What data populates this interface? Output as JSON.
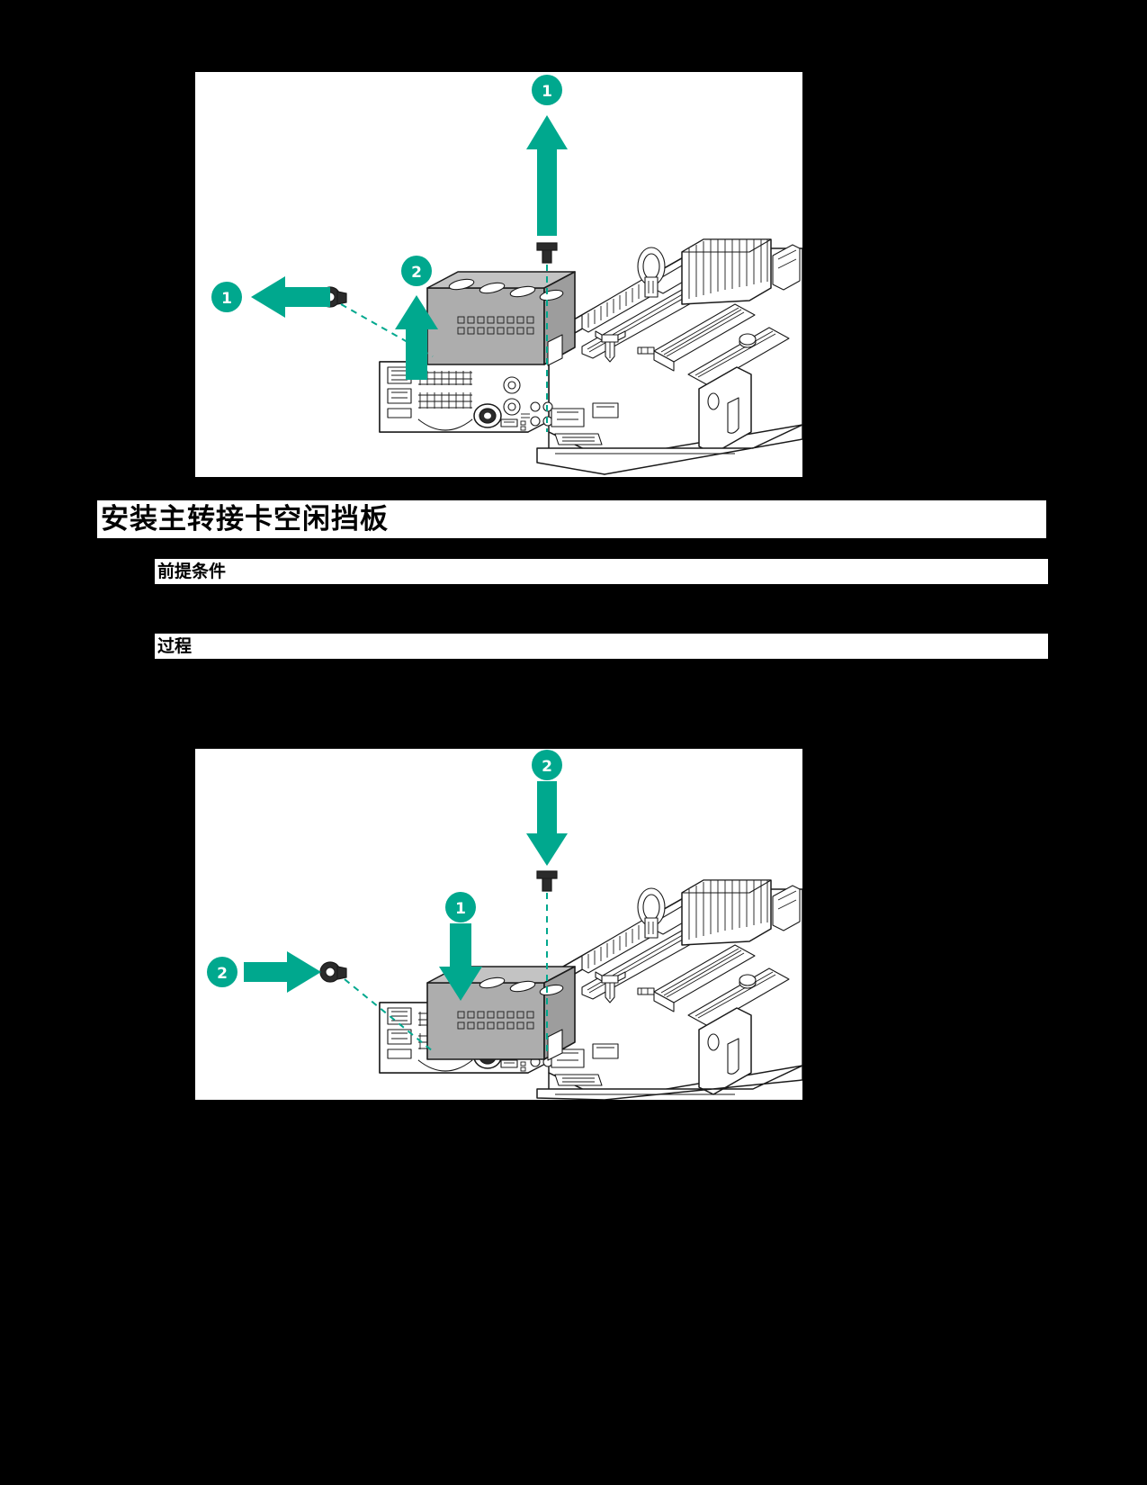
{
  "page": {
    "background_color": "#000000",
    "accent_color": "#00A88E",
    "panel_color": "#FFFFFF",
    "blank_panel_fill": "#ADADAD",
    "line_color": "#000000"
  },
  "headings": {
    "h1": "安装主转接卡空闲挡板",
    "prerequisites": "前提条件",
    "procedure": "过程"
  },
  "figures": [
    {
      "id": "figure-removal",
      "name": "removing-primary-riser-blank",
      "callouts": [
        {
          "label": "1",
          "target": "thumbscrew",
          "direction": "left"
        },
        {
          "label": "1",
          "target": "screw",
          "direction": "up"
        },
        {
          "label": "2",
          "target": "riser-blank",
          "direction": "up"
        }
      ],
      "parts": [
        "riser-blank",
        "thumbscrew",
        "screw",
        "system-board",
        "heatsink",
        "memory-slots",
        "rear-io-ports"
      ]
    },
    {
      "id": "figure-install",
      "name": "installing-primary-riser-blank",
      "callouts": [
        {
          "label": "1",
          "target": "riser-blank",
          "direction": "down"
        },
        {
          "label": "2",
          "target": "screw",
          "direction": "down"
        },
        {
          "label": "2",
          "target": "thumbscrew",
          "direction": "right"
        }
      ],
      "parts": [
        "riser-blank",
        "thumbscrew",
        "screw",
        "system-board",
        "heatsink",
        "memory-slots",
        "rear-io-ports"
      ]
    }
  ]
}
